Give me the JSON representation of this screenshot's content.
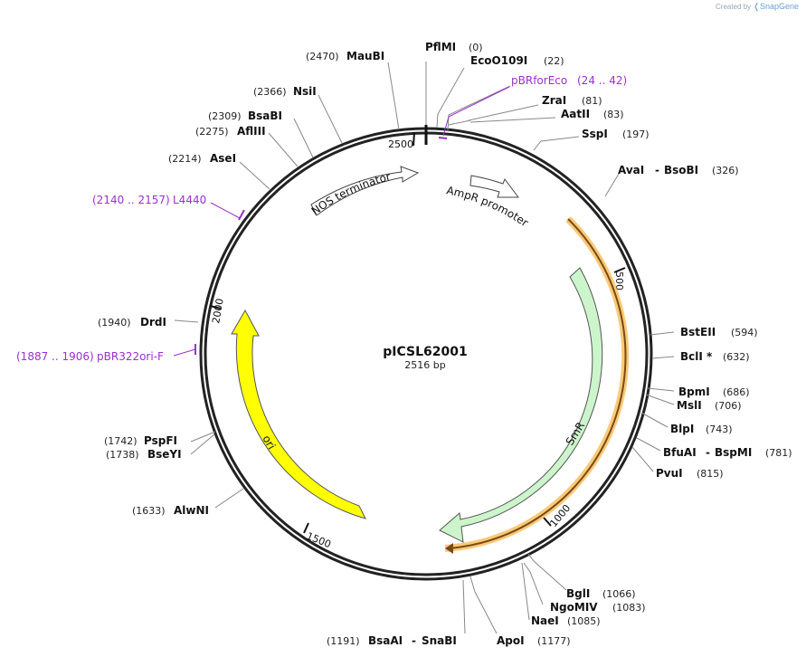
{
  "credit": {
    "text": "Created by",
    "brand": "SnapGene"
  },
  "plasmid": {
    "name": "pICSL62001",
    "length_label": "2516 bp"
  },
  "ticks": [
    "2500",
    "500",
    "1000",
    "1500",
    "2000"
  ],
  "enzymes": {
    "pflmi": {
      "name": "PflMI",
      "pos": "(0)"
    },
    "eco": {
      "name": "EcoO109I",
      "pos": "(22)"
    },
    "zra": {
      "name": "ZraI",
      "pos": "(81)"
    },
    "aat": {
      "name": "AatII",
      "pos": "(83)"
    },
    "ssp": {
      "name": "SspI",
      "pos": "(197)"
    },
    "ava": {
      "name": "AvaI",
      "name2": "BsoBI",
      "pos": "(326)"
    },
    "bste": {
      "name": "BstEII",
      "pos": "(594)"
    },
    "bcl": {
      "name": "BclI *",
      "pos": "(632)"
    },
    "bpm": {
      "name": "BpmI",
      "pos": "(686)"
    },
    "msl": {
      "name": "MslI",
      "pos": "(706)"
    },
    "blp": {
      "name": "BlpI",
      "pos": "(743)"
    },
    "bfua": {
      "name": "BfuAI",
      "name2": "BspMI",
      "pos": "(781)"
    },
    "pvu": {
      "name": "PvuI",
      "pos": "(815)"
    },
    "bgl": {
      "name": "BglI",
      "pos": "(1066)"
    },
    "ngo": {
      "name": "NgoMIV",
      "pos": "(1083)"
    },
    "nae": {
      "name": "NaeI",
      "pos": "(1085)"
    },
    "apo": {
      "name": "ApoI",
      "pos": "(1177)"
    },
    "bsaa": {
      "name": "BsaAI",
      "name2": "SnaBI",
      "pos": "(1191)"
    },
    "alwn": {
      "name": "AlwNI",
      "pos": "(1633)"
    },
    "bsey": {
      "name": "BseYI",
      "pos": "(1738)"
    },
    "pspf": {
      "name": "PspFI",
      "pos": "(1742)"
    },
    "drd": {
      "name": "DrdI",
      "pos": "(1940)"
    },
    "ase": {
      "name": "AseI",
      "pos": "(2214)"
    },
    "afl": {
      "name": "AflIII",
      "pos": "(2275)"
    },
    "bsab": {
      "name": "BsaBI",
      "pos": "(2309)"
    },
    "nsi": {
      "name": "NsiI",
      "pos": "(2366)"
    },
    "mau": {
      "name": "MauBI",
      "pos": "(2470)"
    }
  },
  "primers": {
    "pbrfor": {
      "name": "pBRforEco",
      "range": "(24 .. 42)"
    },
    "l4440": {
      "name": "L4440",
      "range": "(2140 .. 2157)"
    },
    "pbr322": {
      "name": "pBR322ori-F",
      "range": "(1887 .. 1906)"
    }
  },
  "features": {
    "nos": "NOS terminator",
    "ampr": "AmpR promoter",
    "smr": "SmR",
    "ori": "ori"
  },
  "colors": {
    "primer": "#9b30d0",
    "smr_fill": "#ccf5cc",
    "ori_fill": "#ffff00",
    "highlight": "#f5a623",
    "backbone": "#222222"
  }
}
